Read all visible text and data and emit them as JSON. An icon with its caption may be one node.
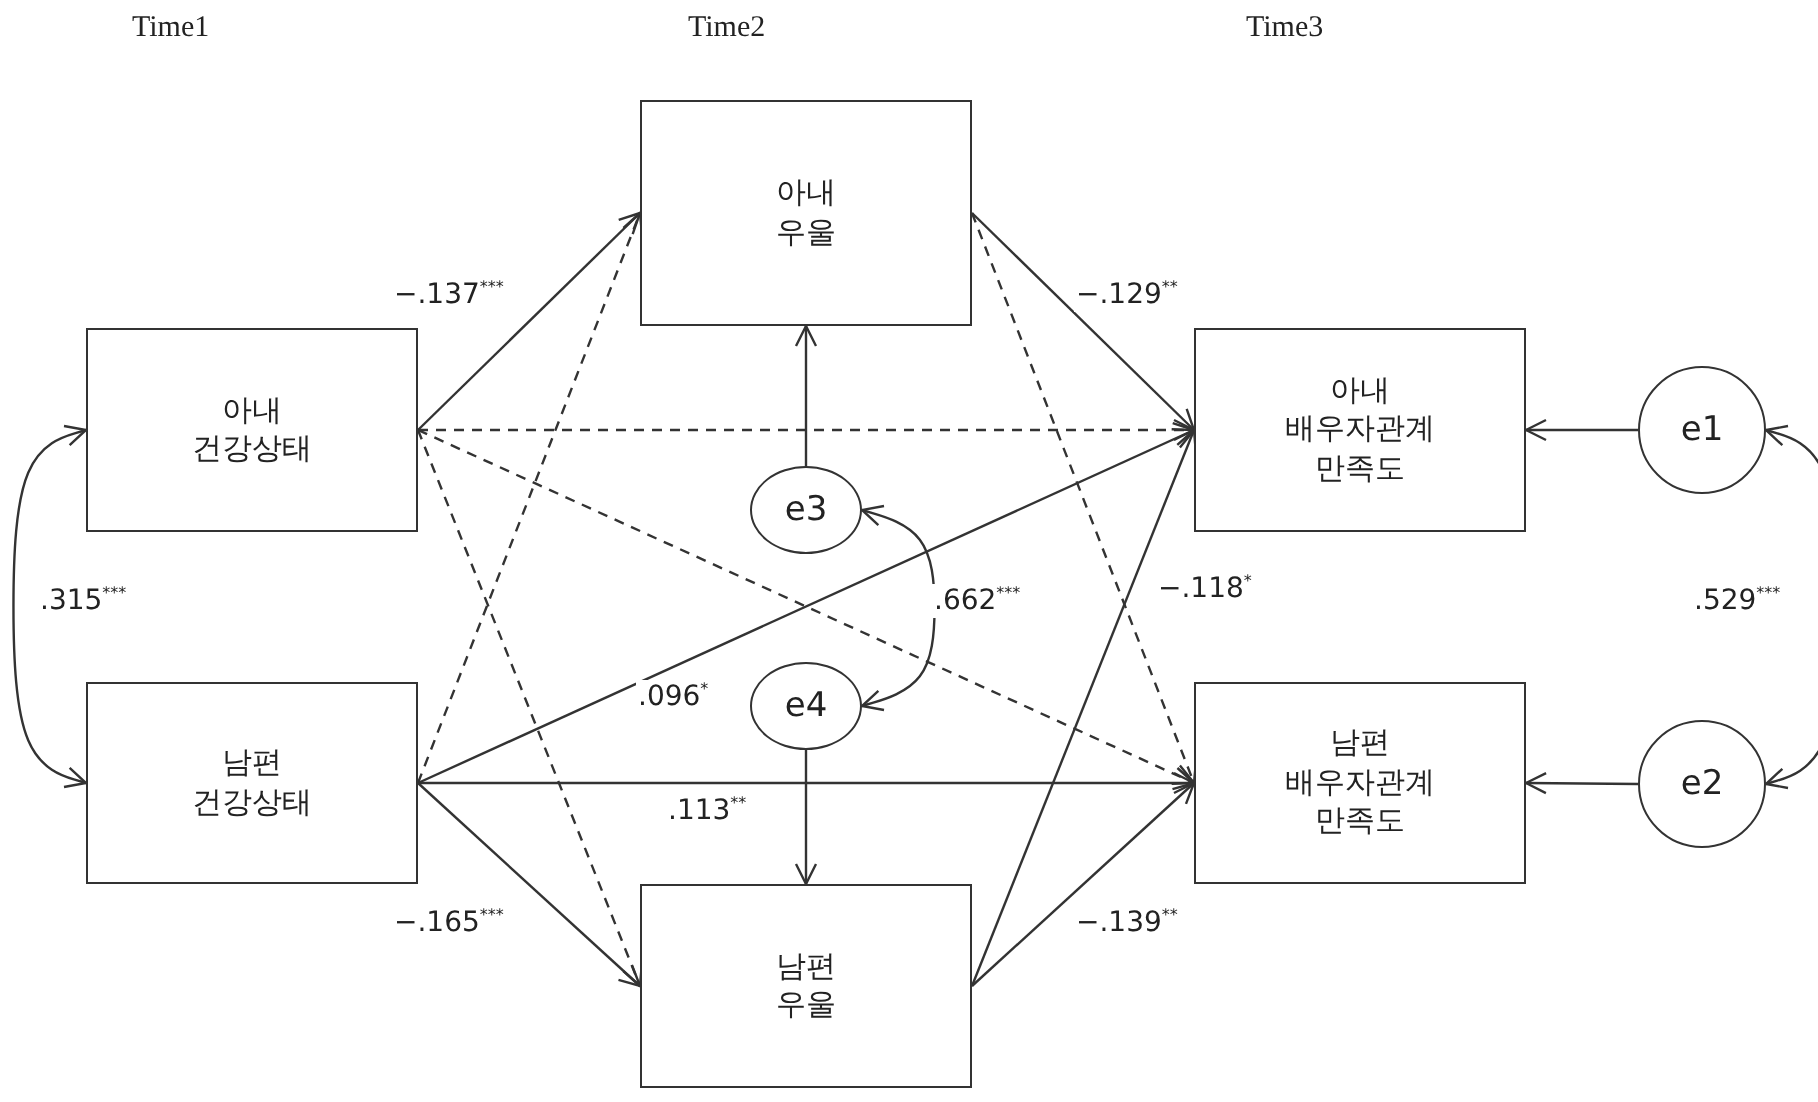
{
  "diagram": {
    "nodes": [
      {
        "text": [
          "아내 건강상태"
        ]
      },
      {
        "text": [
          "남편 건강상태"
        ]
      },
      {
        "text": [
          "아내 우울"
        ]
      },
      {
        "text": [
          "남편 우울"
        ]
      },
      {
        "text": [
          "아내 배우자관계 만족도"
        ]
      },
      {
        "text": [
          "남편 배우자관계 만족도"
        ]
      },
      {
        "text": [
          "e1"
        ]
      },
      {
        "text": [
          "e2"
        ]
      },
      {
        "text": [
          "e3"
        ]
      },
      {
        "text": [
          "e4"
        ]
      }
    ],
    "edges": [
      {
        "from": 0,
        "to": 2,
        "arrow": "to",
        "label": "−.137$^{***}$"
      },
      {
        "from": 0,
        "to": 4,
        "arrow": "to",
        "style": "dashed"
      },
      {
        "from": 0,
        "to": 5,
        "arrow": "to",
        "style": "dashed"
      },
      {
        "from": 0,
        "to": 3,
        "arrow": "to",
        "style": "dashed"
      },
      {
        "from": 1,
        "to": 2,
        "arrow": "to",
        "style": "dashed"
      },
      {
        "from": 1,
        "to": 4,
        "arrow": "to",
        "label": ".096$^{*}$"
      },
      {
        "from": 1,
        "to": 5,
        "arrow": "to",
        "label": ".113$^{**}$"
      },
      {
        "from": 1,
        "to": 3,
        "arrow": "to",
        "label": "−.165$^{***}$"
      },
      {
        "from": 2,
        "to": 4,
        "arrow": "to",
        "label": "−.129$^{**}$"
      },
      {
        "from": 2,
        "to": 5,
        "arrow": "to",
        "style": "dashed"
      },
      {
        "from": 3,
        "to": 4,
        "arrow": "to",
        "label": "−.118$^{*}$"
      },
      {
        "from": 3,
        "to": 5,
        "arrow": "to",
        "label": "−.139$^{**}$"
      },
      {
        "from": 8,
        "to": 2,
        "arrow": "to"
      },
      {
        "from": 9,
        "to": 3,
        "arrow": "to"
      },
      {
        "from": 6,
        "to": 4,
        "arrow": "to"
      },
      {
        "from": 7,
        "to": 5,
        "arrow": "to"
      },
      {
        "from": 0,
        "to": 1,
        "arrow": "both",
        "label": ".315$^{***}$"
      },
      {
        "from": 8,
        "to": 9,
        "arrow": "both",
        "label": ".662$^{***}$"
      },
      {
        "from": 6,
        "to": 7,
        "arrow": "both",
        "label": ".529$^{***}$"
      }
    ],
    "labels": [
      "Time1",
      "Time2",
      "Time3"
    ]
  }
}
